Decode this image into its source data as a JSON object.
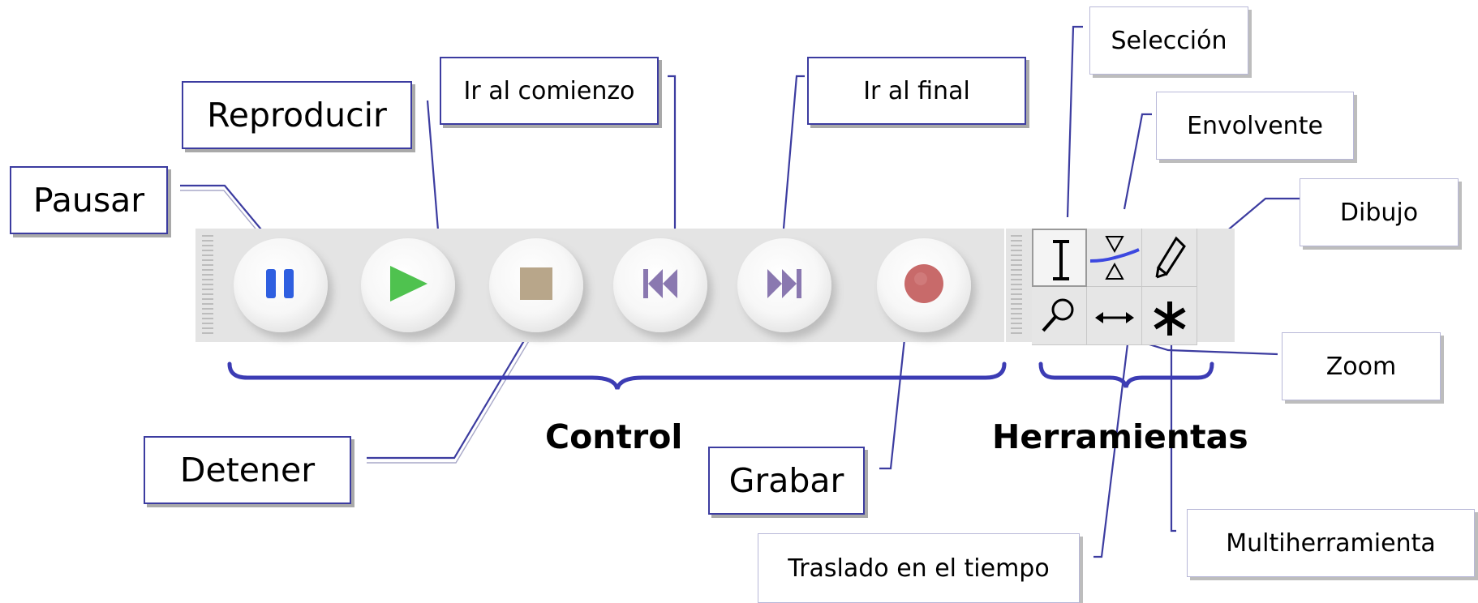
{
  "labels": {
    "pausar": "Pausar",
    "reproducir": "Reproducir",
    "ir_comienzo": "Ir al comienzo",
    "ir_final": "Ir al final",
    "seleccion": "Selección",
    "envolvente": "Envolvente",
    "dibujo": "Dibujo",
    "zoom": "Zoom",
    "multiherramienta": "Multiherramienta",
    "traslado": "Traslado en el tiempo",
    "detener": "Detener",
    "grabar": "Grabar"
  },
  "groups": {
    "control": "Control",
    "herramientas": "Herramientas"
  },
  "icons": {
    "pause": "pause-icon",
    "play": "play-icon",
    "stop": "stop-icon",
    "skip_start": "skip-to-start-icon",
    "skip_end": "skip-to-end-icon",
    "record": "record-icon",
    "selection": "i-beam-selection-icon",
    "envelope": "envelope-icon",
    "draw": "pencil-icon",
    "zoom": "magnifier-icon",
    "time_shift": "double-arrow-icon",
    "multi": "asterisk-icon"
  },
  "colors": {
    "callout_border": "#3c3ca0",
    "bracket": "#3c3cb4",
    "pause": "#2f5fe0",
    "play": "#4fc24f",
    "stop": "#b8a68a",
    "skip": "#8a78b0",
    "record": "#c86a6a"
  }
}
